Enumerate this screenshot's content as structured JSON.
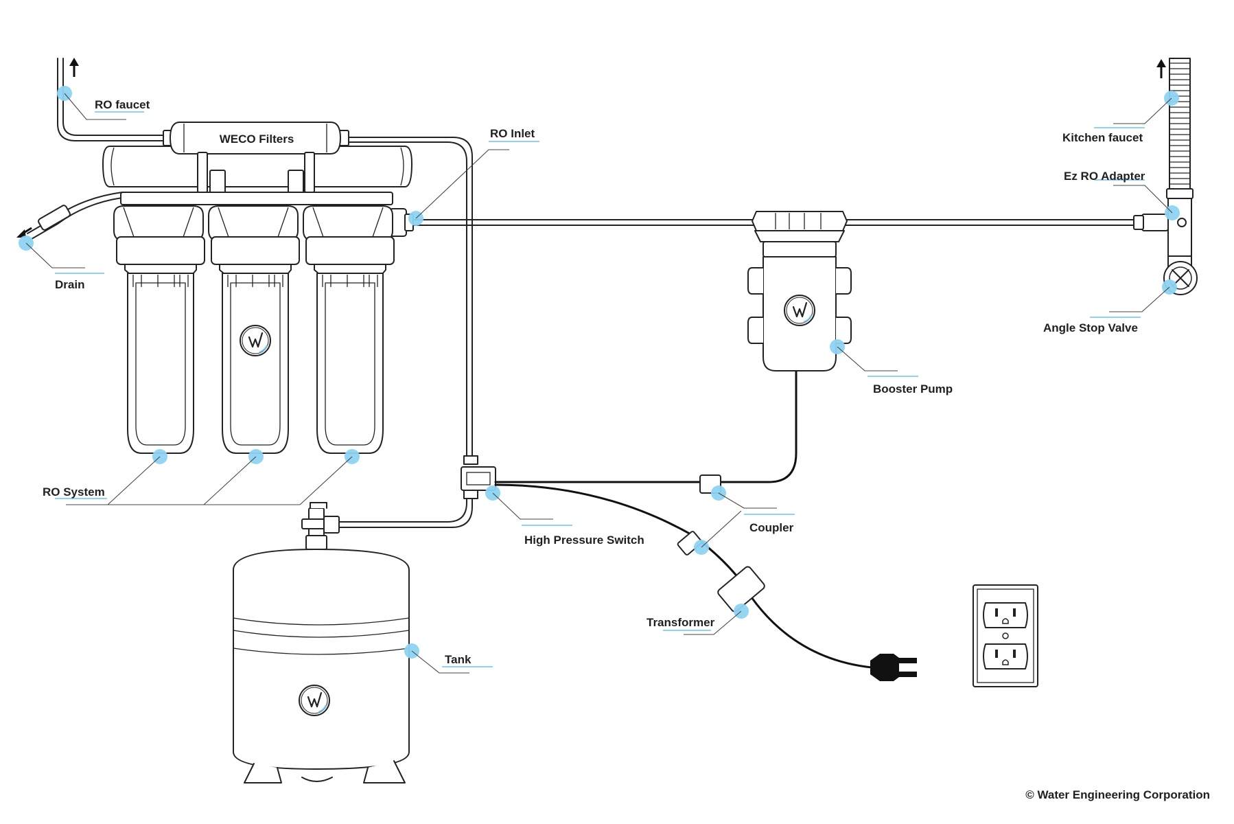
{
  "labels": {
    "ro_faucet": "RO faucet",
    "weco_filters": "WECO Filters",
    "ro_inlet": "RO Inlet",
    "drain": "Drain",
    "ro_system": "RO System",
    "high_pressure_switch": "High Pressure Switch",
    "coupler": "Coupler",
    "transformer": "Transformer",
    "tank": "Tank",
    "booster_pump": "Booster Pump",
    "kitchen_faucet": "Kitchen faucet",
    "ez_ro_adapter": "Ez RO Adapter",
    "angle_stop_valve": "Angle Stop Valve"
  },
  "copyright": "© Water Engineering Corporation",
  "logo_mark": "W",
  "colors": {
    "accent": "#6cc3ec",
    "callout_dot": "#8fd3f3",
    "line": "#222222",
    "background": "#ffffff"
  },
  "icons": [
    "up-arrow-icon",
    "drain-arrow-icon",
    "weco-logo-icon",
    "power-plug-icon",
    "wall-outlet-icon"
  ]
}
